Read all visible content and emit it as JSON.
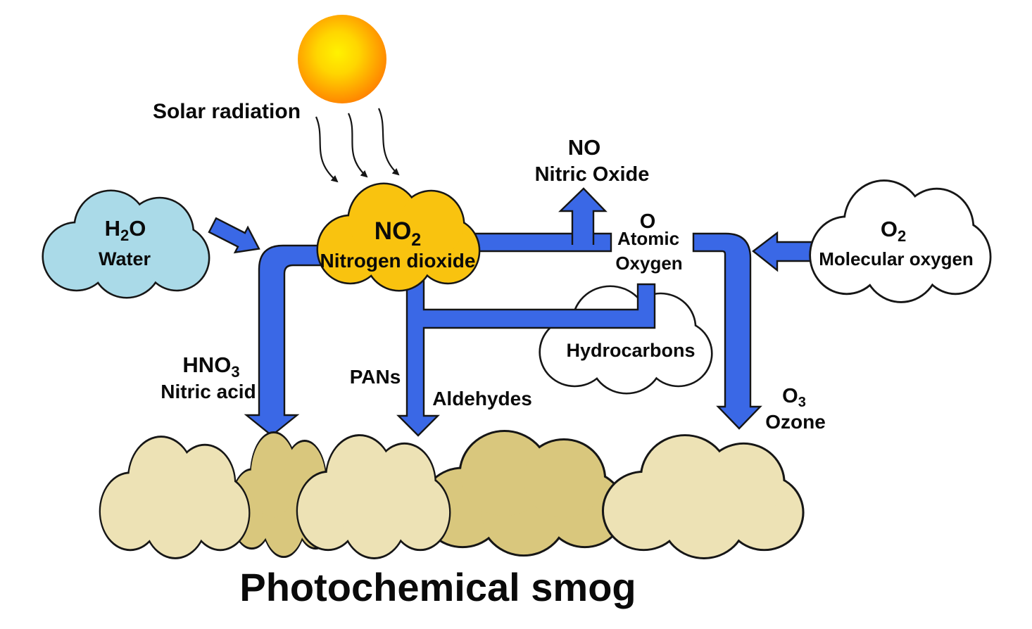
{
  "title": "Photochemical smog",
  "sun": {
    "label": "Solar radiation"
  },
  "nodes": {
    "water": {
      "formula_pre": "H",
      "formula_sub": "2",
      "formula_post": "O",
      "name": "Water"
    },
    "nitrogen_dioxide": {
      "formula_pre": "NO",
      "formula_sub": "2",
      "formula_post": "",
      "name": "Nitrogen dioxide"
    },
    "nitric_oxide": {
      "formula": "NO",
      "name": "Nitric Oxide"
    },
    "atomic_oxygen": {
      "formula": "O",
      "name_line1": "Atomic",
      "name_line2": "Oxygen"
    },
    "molecular_oxygen": {
      "formula_pre": "O",
      "formula_sub": "2",
      "formula_post": "",
      "name": "Molecular oxygen"
    },
    "hydrocarbons": {
      "name": "Hydrocarbons"
    },
    "nitric_acid": {
      "formula_pre": "HNO",
      "formula_sub": "3",
      "formula_post": "",
      "name": "Nitric acid"
    },
    "pans": {
      "name": "PANs"
    },
    "aldehydes": {
      "name": "Aldehydes"
    },
    "ozone": {
      "formula_pre": "O",
      "formula_sub": "3",
      "formula_post": "",
      "name": "Ozone"
    }
  },
  "colors": {
    "arrow_blue": "#3A68E6",
    "no2_cloud": "#F9C30F",
    "water_cloud": "#AADAE8",
    "white_cloud": "#FFFFFF",
    "smog_light": "#EDE2B5",
    "smog_dark": "#D9C77D",
    "sun_core": "#FFF200",
    "sun_edge": "#FF7B00",
    "outline": "#161616"
  }
}
